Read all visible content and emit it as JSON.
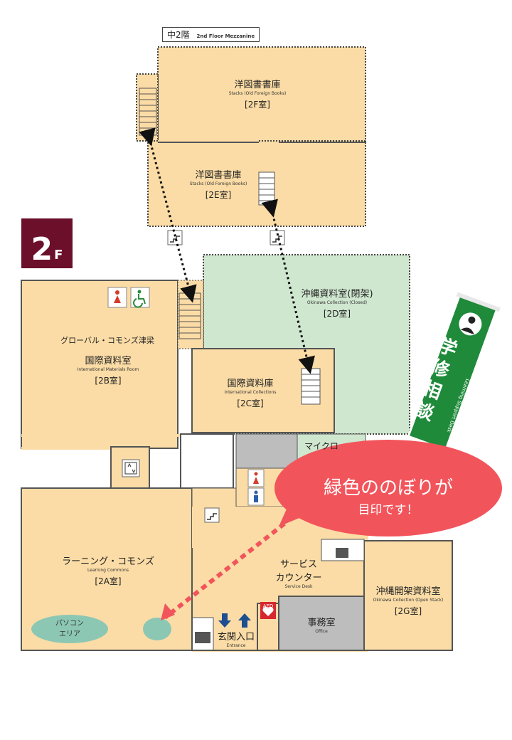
{
  "floor_badge": {
    "number": "2",
    "suffix": "F"
  },
  "mezzanine": {
    "label_ja": "中2階",
    "label_en": "2nd Floor Mezzanine"
  },
  "rooms": {
    "stacks_2f": {
      "ja": "洋図書書庫",
      "en": "Stacks (Old Foreign Books)",
      "room": "[2F室]"
    },
    "stacks_2e": {
      "ja": "洋図書書庫",
      "en": "Stacks (Old Foreign Books)",
      "room": "[2E室]"
    },
    "okinawa_closed": {
      "ja": "沖縄資料室(閉架)",
      "en": "Okinawa Collection (Closed)",
      "room": "[2D室]"
    },
    "global_commons": {
      "ja": "グローバル・コモンズ津梁"
    },
    "intl_materials": {
      "ja": "国際資料室",
      "en": "International Materials Room",
      "room": "[2B室]"
    },
    "intl_collections": {
      "ja": "国際資料庫",
      "en": "International Collections",
      "room": "[2C室]"
    },
    "micro": {
      "ja": "マイクロ"
    },
    "learning_commons": {
      "ja": "ラーニング・コモンズ",
      "en": "Learning Commons",
      "room": "[2A室]"
    },
    "service_desk": {
      "ja_line1": "サービス",
      "ja_line2": "カウンター",
      "en": "Service Desk"
    },
    "okinawa_open": {
      "ja": "沖縄開架資料室",
      "en": "Okinawa Collection (Open Stack)",
      "room": "[2G室]"
    },
    "office": {
      "ja": "事務室",
      "en": "Office"
    },
    "entrance": {
      "ja": "玄関入口",
      "en": "Entrance"
    }
  },
  "pc_area": {
    "line1": "パソコン",
    "line2": "エリア"
  },
  "aed": "AED",
  "banner": {
    "ja": "学修相談",
    "en": "Learning Support Desk"
  },
  "callout": {
    "line1": "緑色ののぼりが",
    "line2": "目印です！"
  },
  "colors": {
    "room_fill": "#fbdca6",
    "closed_fill": "#cfe6cf",
    "gray_fill": "#bdbdbd",
    "wall": "#555555",
    "badge": "#6b0f2a",
    "bubble": "#f2545b",
    "banner": "#1f8a3a",
    "pc_area": "#8cc7b4"
  }
}
